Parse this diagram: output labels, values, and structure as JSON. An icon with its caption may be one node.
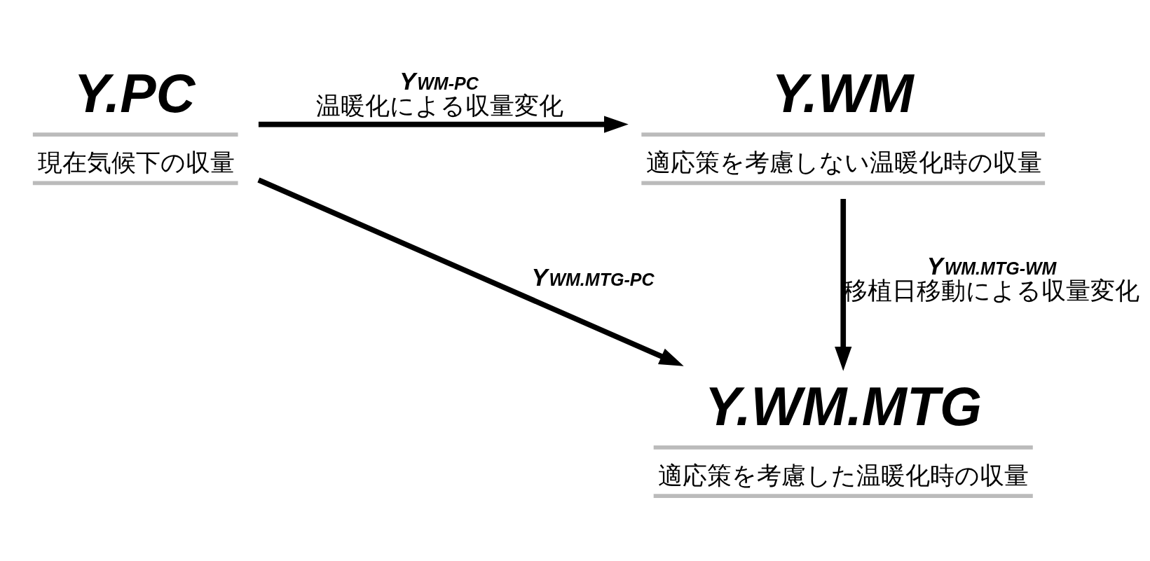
{
  "diagram": {
    "nodes": [
      {
        "text": [
          "Y.PC",
          "現在気候下の収量"
        ]
      },
      {
        "text": [
          "Y.WM",
          "適応策を考慮しない温暖化時の収量"
        ]
      },
      {
        "text": [
          "Y.WM.MTG",
          "適応策を考慮した温暖化時の収量"
        ]
      }
    ],
    "edges": [
      {
        "from": 0,
        "to": 1,
        "arrow": "to",
        "label": "Y$_{WM-PC}$ 温暖化による収量変化"
      },
      {
        "from": 1,
        "to": 2,
        "arrow": "to",
        "label": "Y$_{WM.MTG-WM}$ 移植日移動による収量変化"
      },
      {
        "from": 0,
        "to": 2,
        "arrow": "to",
        "label": "Y$_{WM.MTG-PC}$"
      }
    ]
  }
}
